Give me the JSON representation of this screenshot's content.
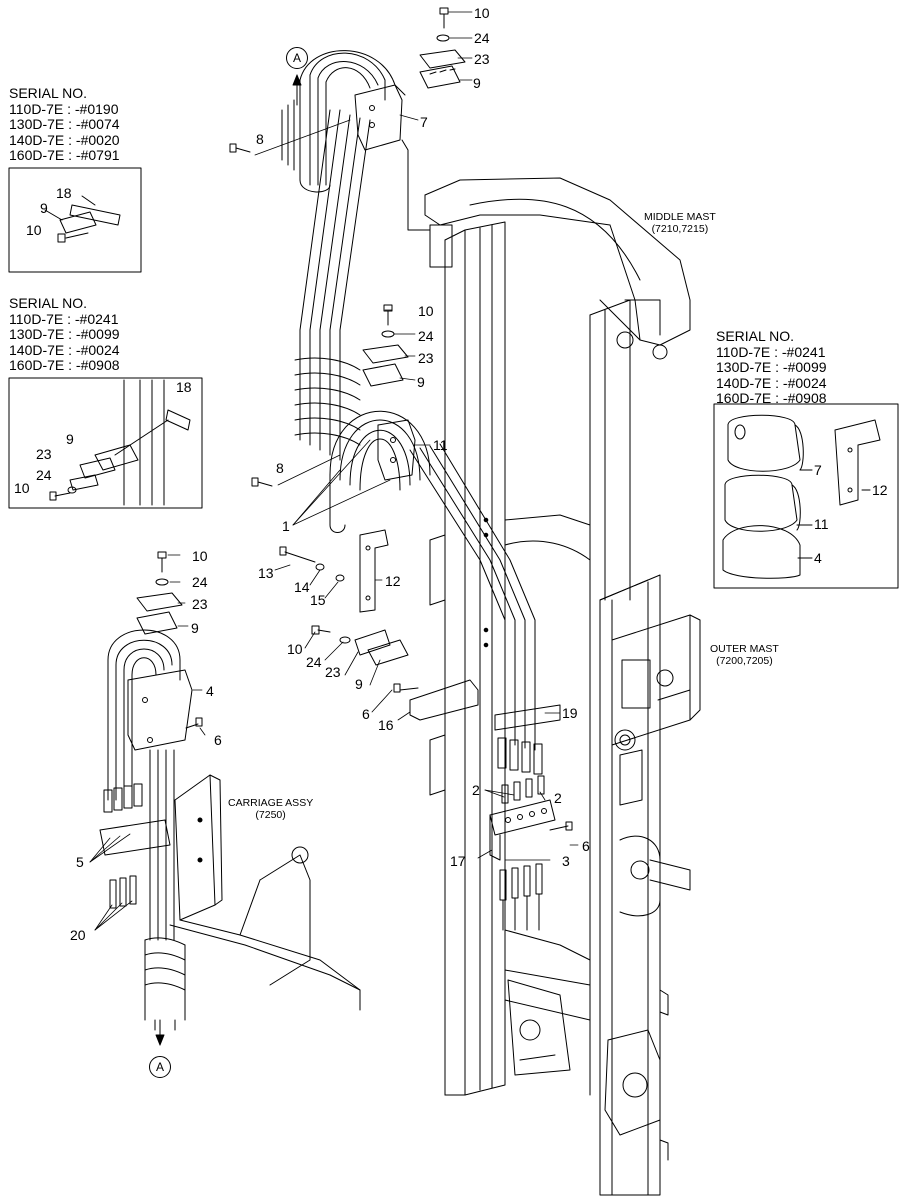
{
  "serial_blocks": [
    {
      "heading": "SERIAL NO.",
      "lines": [
        "110D-7E : -#0190",
        "130D-7E : -#0074",
        "140D-7E : -#0020",
        "160D-7E : -#0791"
      ]
    },
    {
      "heading": "SERIAL NO.",
      "lines": [
        "110D-7E : -#0241",
        "130D-7E : -#0099",
        "140D-7E : -#0024",
        "160D-7E : -#0908"
      ]
    },
    {
      "heading": "SERIAL NO.",
      "lines": [
        "110D-7E : -#0241",
        "130D-7E : -#0099",
        "140D-7E : -#0024",
        "160D-7E : -#0908"
      ]
    }
  ],
  "assemblies": {
    "middle_mast": {
      "name": "MIDDLE MAST",
      "code": "(7210,7215)"
    },
    "outer_mast": {
      "name": "OUTER MAST",
      "code": "(7200,7205)"
    },
    "carriage": {
      "name": "CARRIAGE ASSY",
      "code": "(7250)"
    }
  },
  "markers": {
    "top": "A",
    "bottom": "A"
  },
  "callouts": {
    "c10_top": "10",
    "c24_top": "24",
    "c23_top": "23",
    "c9_top": "9",
    "c7_top": "7",
    "c8_top": "8",
    "c10_mid": "10",
    "c24_mid": "24",
    "c23_mid": "23",
    "c9_mid": "9",
    "c11_mid": "11",
    "c8_mid": "8",
    "c1": "1",
    "c13": "13",
    "c14": "14",
    "c15": "15",
    "c12": "12",
    "c10_low": "10",
    "c24_low": "24",
    "c23_low": "23",
    "c9_low": "9",
    "c6_low": "6",
    "c16": "16",
    "c19": "19",
    "c2_left": "2",
    "c2_right": "2",
    "c17": "17",
    "c3": "3",
    "c6_right": "6",
    "c10_left": "10",
    "c24_left": "24",
    "c23_left": "23",
    "c9_left": "9",
    "c4_left": "4",
    "c6_left": "6",
    "c5": "5",
    "c20": "20",
    "box1_18": "18",
    "box1_9": "9",
    "box1_10": "10",
    "box2_18": "18",
    "box2_9": "9",
    "box2_23": "23",
    "box2_24": "24",
    "box2_10": "10",
    "box3_7": "7",
    "box3_11": "11",
    "box3_4": "4",
    "box3_12": "12"
  }
}
